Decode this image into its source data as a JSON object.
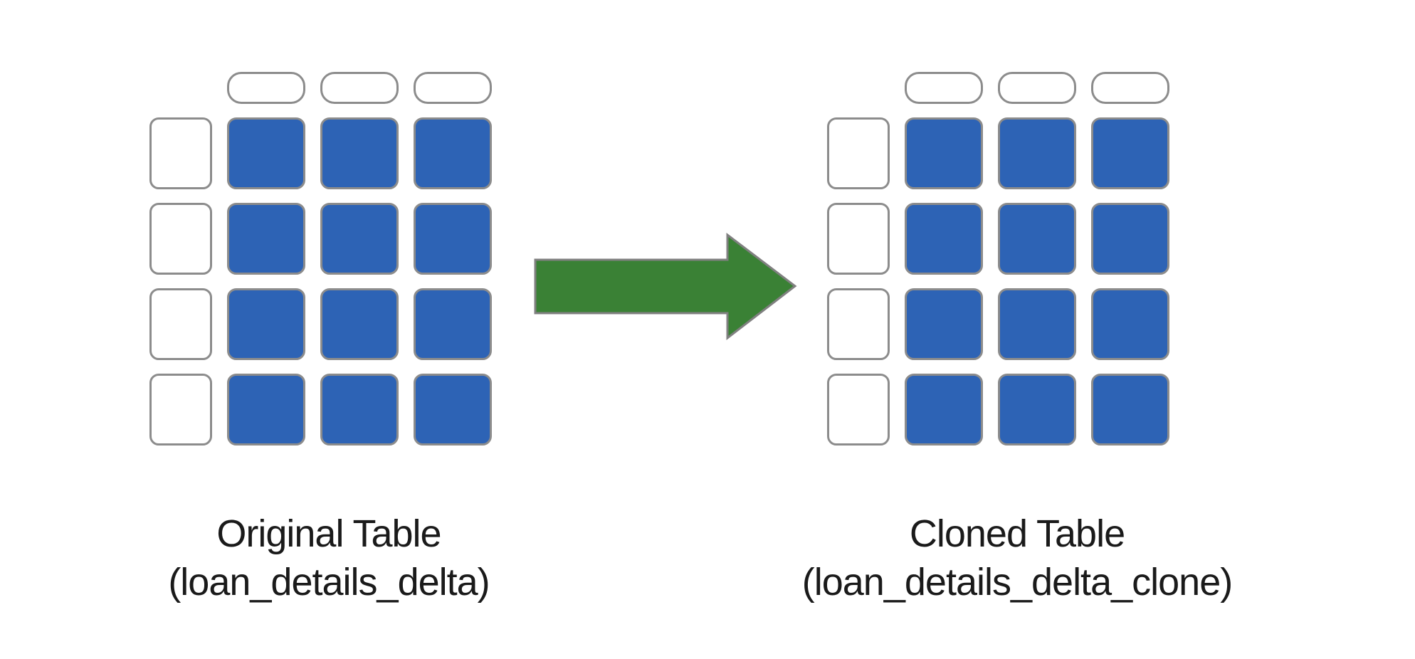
{
  "colors": {
    "cell_fill_blue": "#2d63b5",
    "cell_fill_white": "#ffffff",
    "cell_border": "#8c8c8c",
    "arrow_fill": "#3a8135",
    "arrow_border": "#808080",
    "label_text": "#1a1a1a",
    "page_bg": "#ffffff"
  },
  "tables": [
    {
      "name": "original",
      "label_line1": "Original Table",
      "label_line2": "(loan_details_delta)",
      "header_columns": 3,
      "data_rows": 4,
      "data_columns": 3
    },
    {
      "name": "cloned",
      "label_line1": "Cloned Table",
      "label_line2": "(loan_details_delta_clone)",
      "header_columns": 3,
      "data_rows": 4,
      "data_columns": 3
    }
  ],
  "arrow": {
    "icon": "right-arrow",
    "direction": "right"
  }
}
